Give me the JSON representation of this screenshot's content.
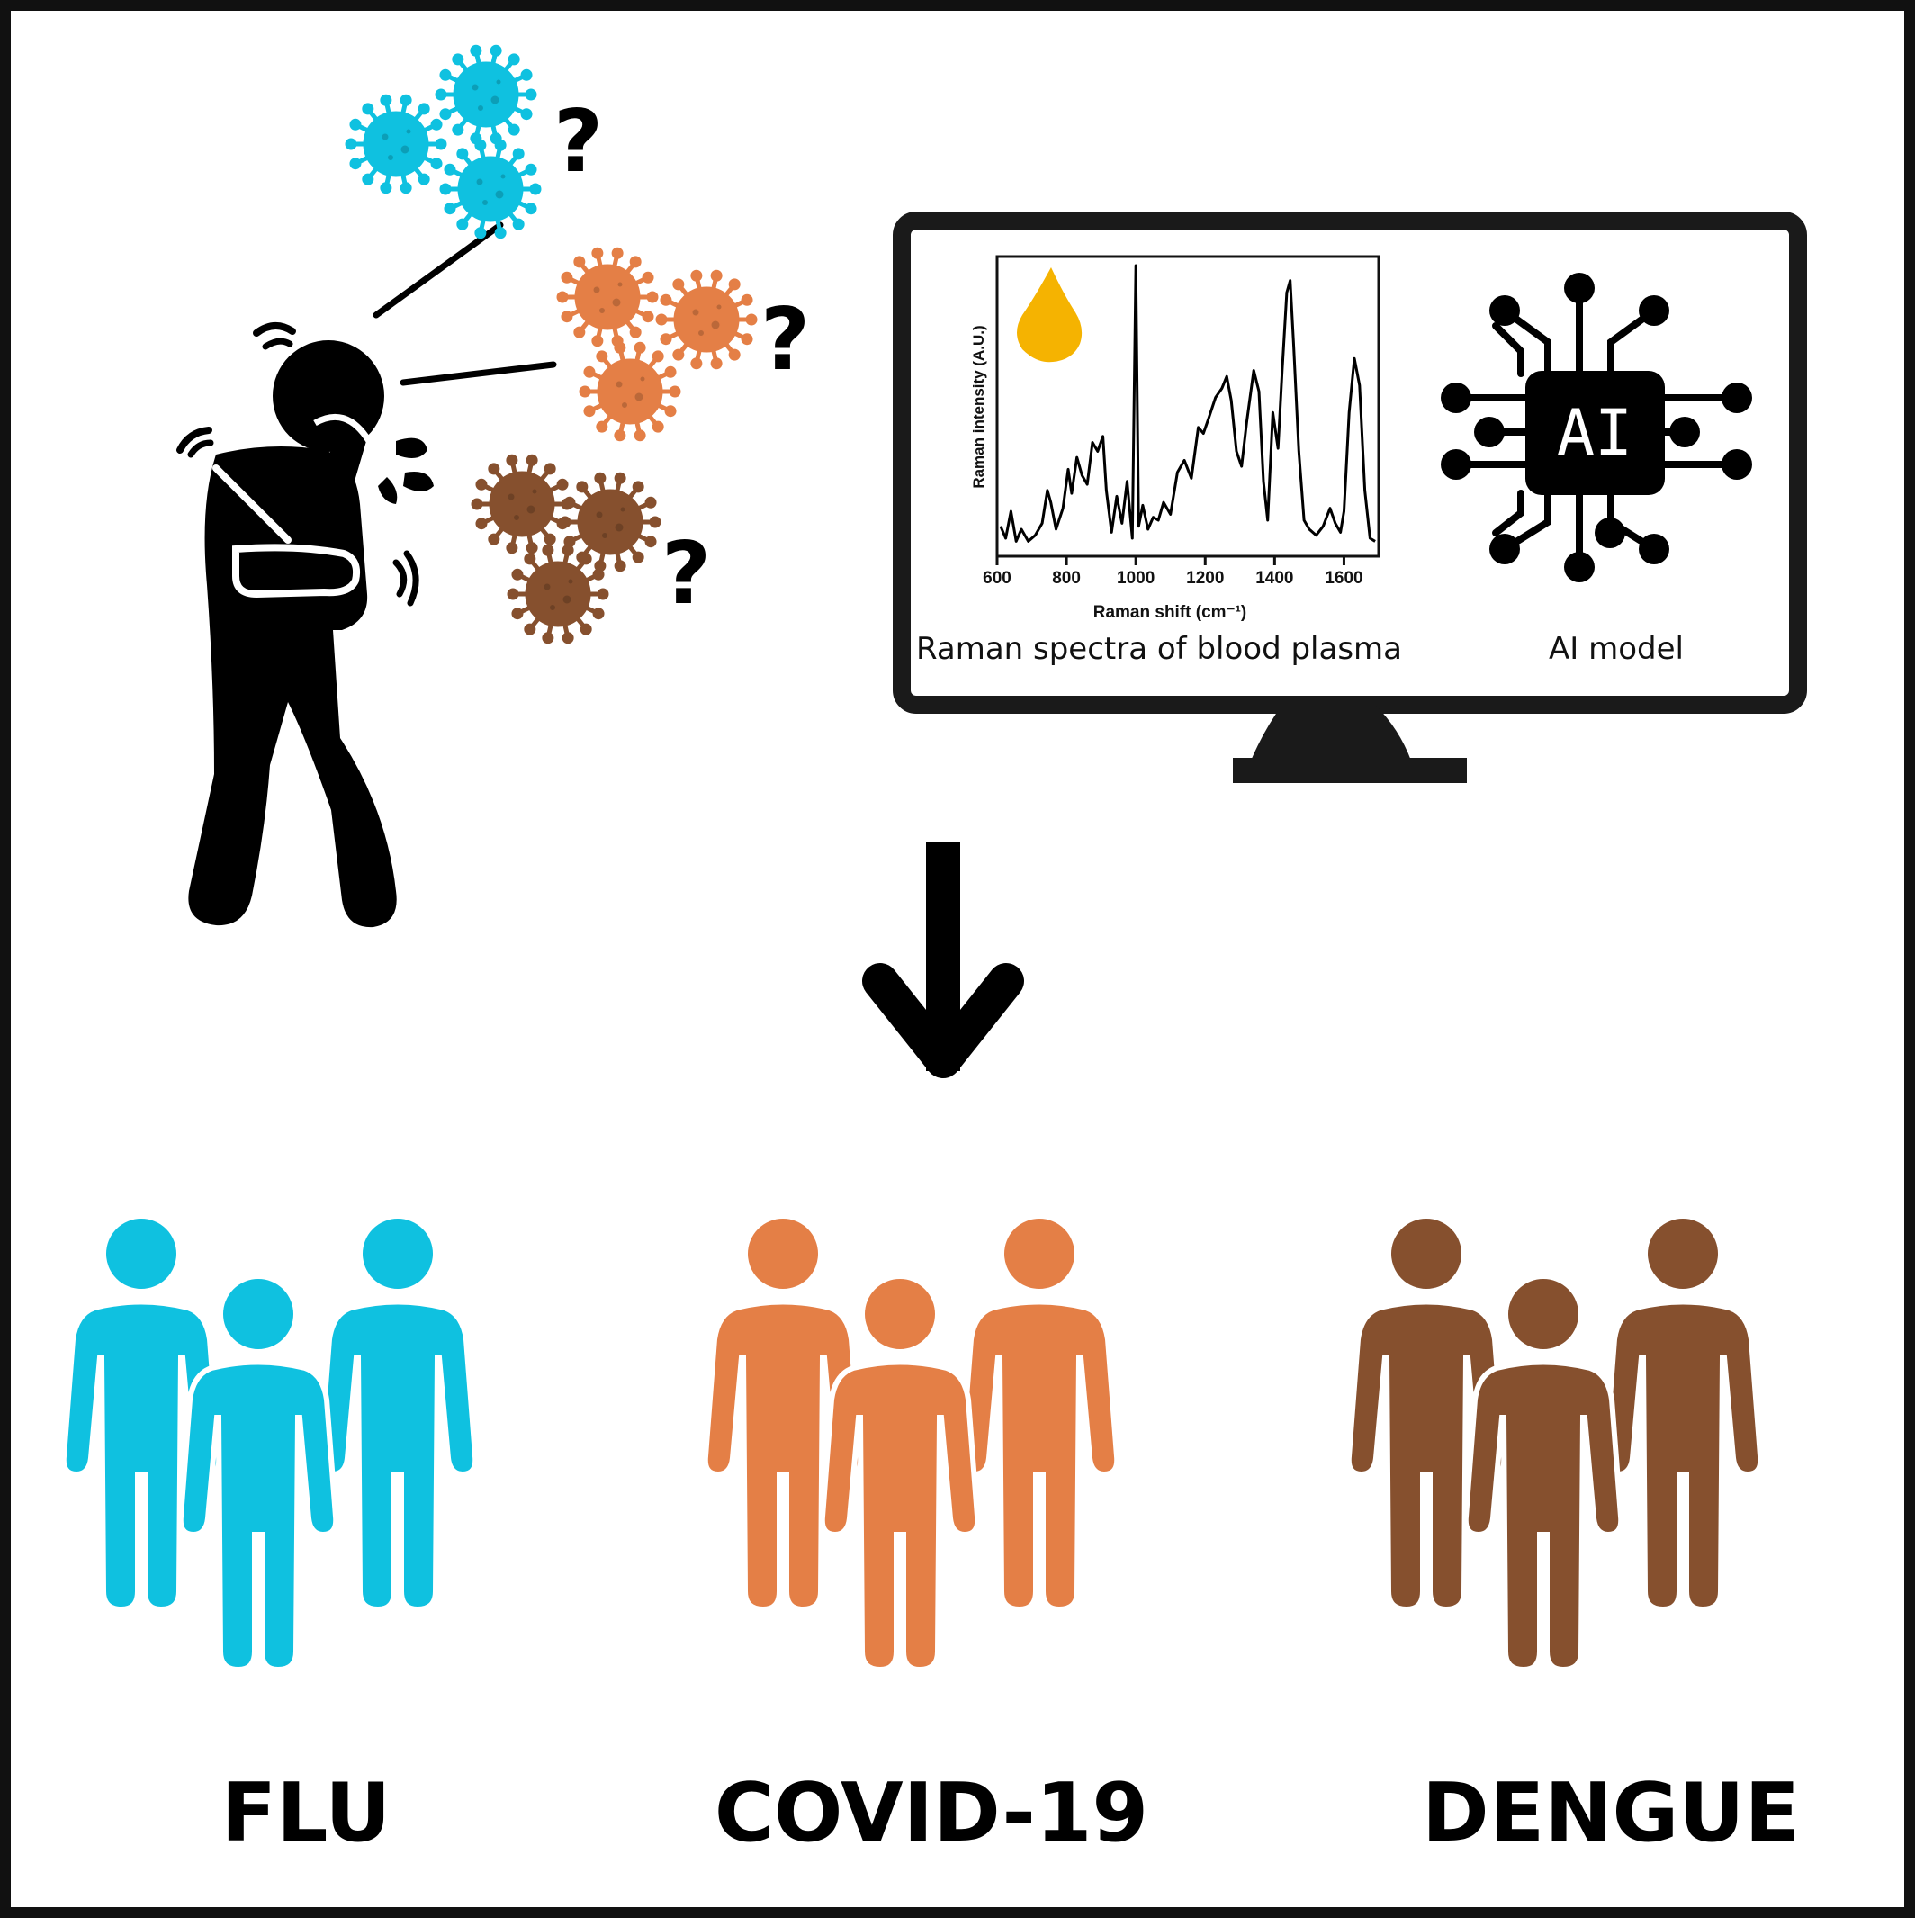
{
  "colors": {
    "flu": "#0fc1e0",
    "covid": "#e47f46",
    "dengue": "#86502e",
    "plasma_drop": "#f5b301",
    "ink": "#000000",
    "frame": "#111111"
  },
  "virus_groups": [
    {
      "name": "flu-virus",
      "color_key": "flu",
      "question": "?"
    },
    {
      "name": "covid-virus",
      "color_key": "covid",
      "question": "?"
    },
    {
      "name": "dengue-virus",
      "color_key": "dengue",
      "question": "?"
    }
  ],
  "monitor": {
    "spectrum_caption": "Raman spectra of blood plasma",
    "ai_caption": "AI model",
    "ai_chip_text": "AI"
  },
  "spectrum": {
    "ylabel": "Raman intensity (A.U.)",
    "xlabel": "Raman shift (cm⁻¹)",
    "x_ticks": [
      "600",
      "800",
      "1000",
      "1200",
      "1400",
      "1600"
    ],
    "xlim": [
      600,
      1700
    ],
    "ylim": [
      0,
      1
    ],
    "points": [
      [
        610,
        0.1
      ],
      [
        625,
        0.06
      ],
      [
        640,
        0.15
      ],
      [
        655,
        0.05
      ],
      [
        670,
        0.09
      ],
      [
        690,
        0.05
      ],
      [
        710,
        0.07
      ],
      [
        730,
        0.11
      ],
      [
        745,
        0.22
      ],
      [
        755,
        0.18
      ],
      [
        770,
        0.09
      ],
      [
        790,
        0.16
      ],
      [
        805,
        0.29
      ],
      [
        815,
        0.21
      ],
      [
        830,
        0.33
      ],
      [
        845,
        0.27
      ],
      [
        860,
        0.24
      ],
      [
        875,
        0.38
      ],
      [
        890,
        0.35
      ],
      [
        905,
        0.4
      ],
      [
        915,
        0.22
      ],
      [
        930,
        0.08
      ],
      [
        945,
        0.2
      ],
      [
        960,
        0.11
      ],
      [
        975,
        0.25
      ],
      [
        990,
        0.06
      ],
      [
        1000,
        0.97
      ],
      [
        1008,
        0.1
      ],
      [
        1020,
        0.17
      ],
      [
        1035,
        0.09
      ],
      [
        1050,
        0.13
      ],
      [
        1065,
        0.12
      ],
      [
        1080,
        0.18
      ],
      [
        1100,
        0.14
      ],
      [
        1120,
        0.28
      ],
      [
        1140,
        0.32
      ],
      [
        1160,
        0.26
      ],
      [
        1180,
        0.43
      ],
      [
        1195,
        0.41
      ],
      [
        1210,
        0.46
      ],
      [
        1230,
        0.53
      ],
      [
        1248,
        0.56
      ],
      [
        1262,
        0.6
      ],
      [
        1275,
        0.52
      ],
      [
        1290,
        0.35
      ],
      [
        1305,
        0.3
      ],
      [
        1320,
        0.45
      ],
      [
        1340,
        0.62
      ],
      [
        1355,
        0.55
      ],
      [
        1368,
        0.25
      ],
      [
        1380,
        0.12
      ],
      [
        1395,
        0.48
      ],
      [
        1410,
        0.36
      ],
      [
        1422,
        0.62
      ],
      [
        1435,
        0.88
      ],
      [
        1445,
        0.92
      ],
      [
        1455,
        0.7
      ],
      [
        1470,
        0.35
      ],
      [
        1485,
        0.12
      ],
      [
        1500,
        0.09
      ],
      [
        1520,
        0.07
      ],
      [
        1540,
        0.1
      ],
      [
        1560,
        0.16
      ],
      [
        1575,
        0.11
      ],
      [
        1590,
        0.08
      ],
      [
        1600,
        0.15
      ],
      [
        1615,
        0.48
      ],
      [
        1630,
        0.66
      ],
      [
        1645,
        0.57
      ],
      [
        1660,
        0.22
      ],
      [
        1675,
        0.06
      ],
      [
        1690,
        0.05
      ]
    ]
  },
  "groups": [
    {
      "label": "FLU",
      "color_key": "flu"
    },
    {
      "label": "COVID-19",
      "color_key": "covid"
    },
    {
      "label": "DENGUE",
      "color_key": "dengue"
    }
  ]
}
